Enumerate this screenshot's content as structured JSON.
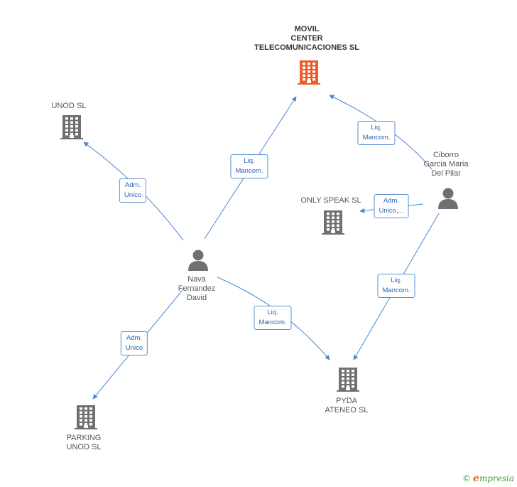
{
  "nodes": {
    "movil": {
      "label": "MOVIL\nCENTER\nTELECOMUNICACIONES SL",
      "kind": "company-main"
    },
    "unod": {
      "label": "UNOD SL",
      "kind": "company"
    },
    "only_speak": {
      "label": "ONLY SPEAK SL",
      "kind": "company"
    },
    "parking": {
      "label": "PARKING\nUNOD  SL",
      "kind": "company"
    },
    "pyda": {
      "label": "PYDA\nATENEO SL",
      "kind": "company"
    },
    "nava": {
      "label": "Nava\nFernandez\nDavid",
      "kind": "person"
    },
    "ciborro": {
      "label": "Ciborro\nGarcia Maria\nDel Pilar",
      "kind": "person"
    }
  },
  "edges": {
    "nava_movil": {
      "label": "Liq.\nMancom."
    },
    "nava_unod": {
      "label": "Adm.\nUnico"
    },
    "nava_parking": {
      "label": "Adm.\nUnico"
    },
    "nava_pyda": {
      "label": "Liq.\nMancom."
    },
    "ciborro_movil": {
      "label": "Liq.\nMancom."
    },
    "ciborro_only": {
      "label": "Adm.\nUnico,..."
    },
    "ciborro_pyda": {
      "label": "Liq.\nMancom."
    }
  },
  "colors": {
    "edge": "#4a86d4",
    "company": "#707070",
    "company_main": "#f05a28",
    "person": "#707070"
  },
  "watermark": {
    "symbol": "©",
    "brand_initial": "e",
    "brand_rest": "mpresia"
  }
}
